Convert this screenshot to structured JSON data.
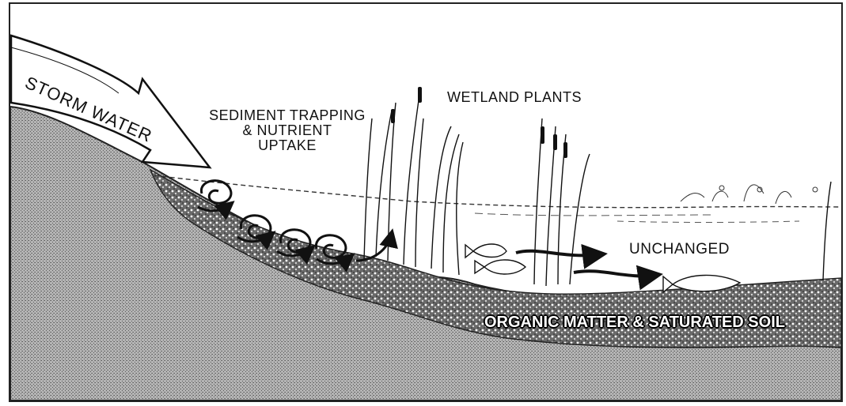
{
  "labels": {
    "storm_water": "STORM WATER",
    "sediment_line1": "SEDIMENT TRAPPING",
    "sediment_line2": "& NUTRIENT",
    "sediment_line3": "UPTAKE",
    "wetland_plants": "WETLAND PLANTS",
    "unchanged": "UNCHANGED",
    "organic_matter": "ORGANIC MATTER & SATURATED SOIL"
  },
  "colors": {
    "ground": "#9a9a9a",
    "water": "#ffffff",
    "ink": "#111111"
  }
}
